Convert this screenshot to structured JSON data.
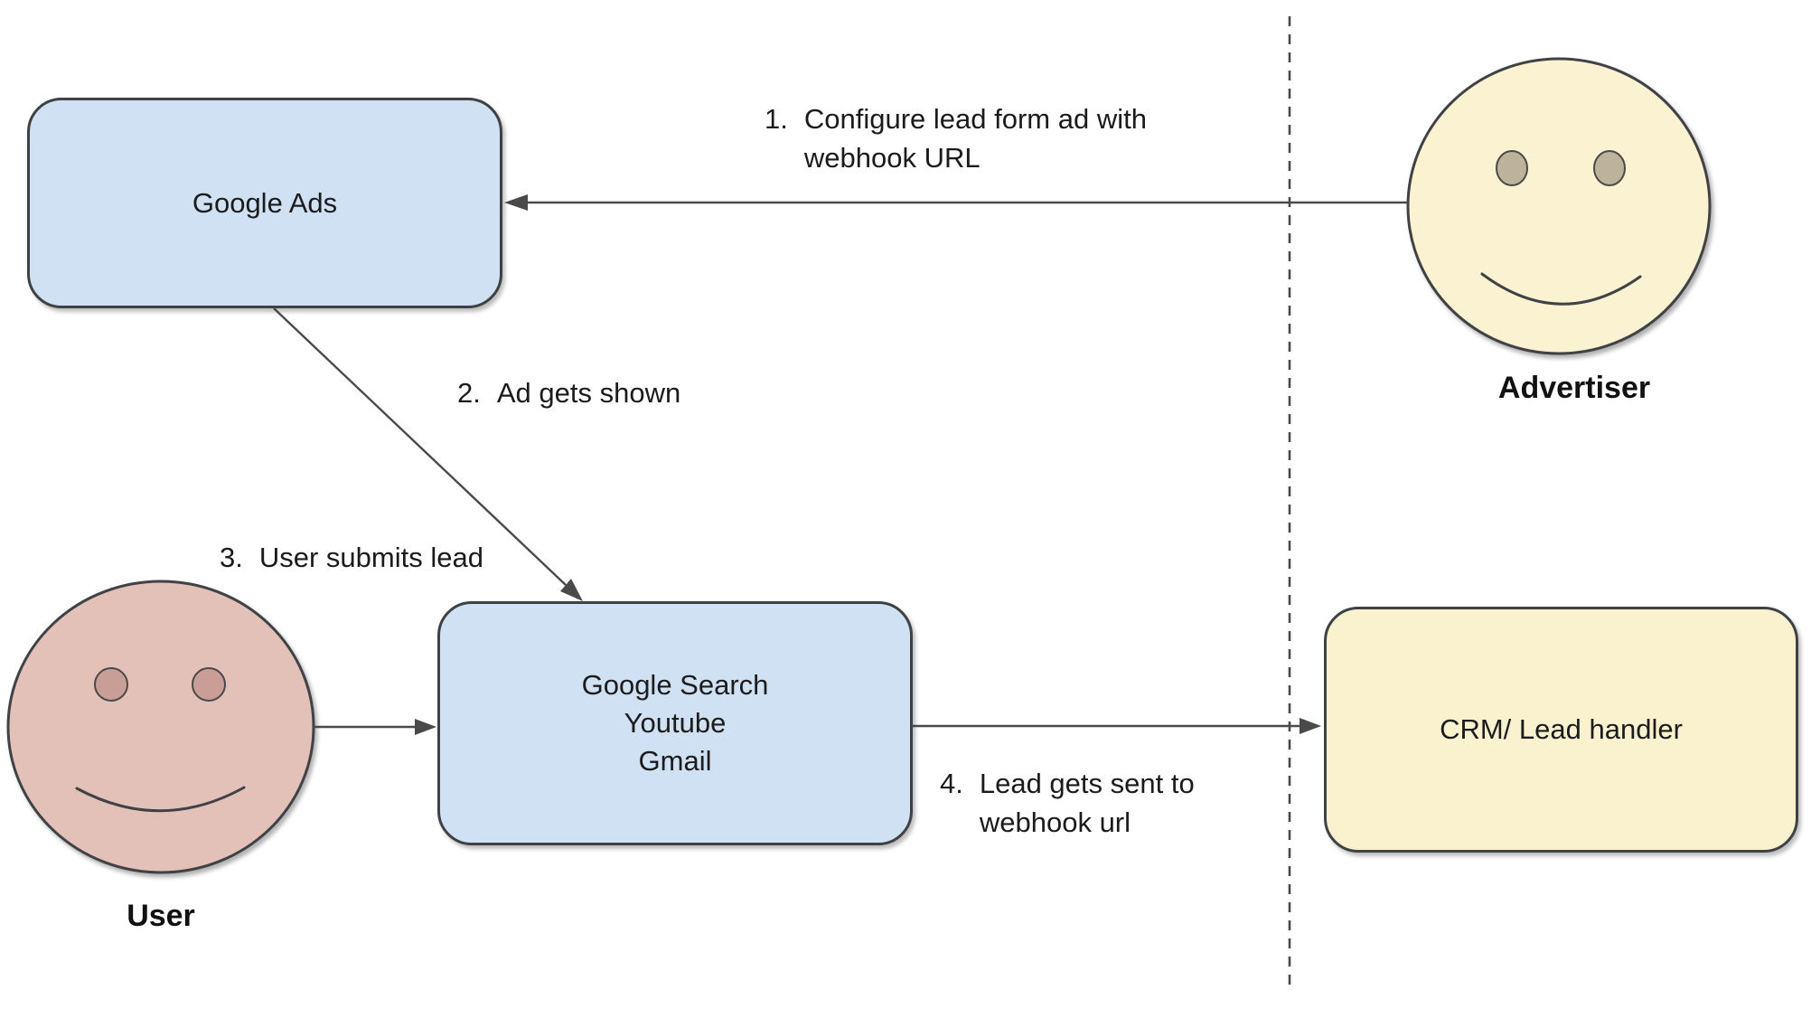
{
  "diagram": {
    "title_hint": "Google Ads lead form webhook flow",
    "nodes": {
      "google_ads": {
        "label": "Google Ads"
      },
      "google_surfaces": {
        "lines": [
          "Google Search",
          "Youtube",
          "Gmail"
        ]
      },
      "crm": {
        "label": "CRM/ Lead handler"
      }
    },
    "actors": {
      "advertiser": {
        "label": "Advertiser"
      },
      "user": {
        "label": "User"
      }
    },
    "steps": [
      {
        "num": "1.",
        "lines": [
          "Configure lead form ad with",
          "webhook URL"
        ]
      },
      {
        "num": "2.",
        "lines": [
          "Ad gets shown"
        ]
      },
      {
        "num": "3.",
        "lines": [
          "User submits lead"
        ]
      },
      {
        "num": "4.",
        "lines": [
          "Lead gets sent to",
          "webhook url"
        ]
      }
    ],
    "palette": {
      "node_blue": "#CFE1F3",
      "node_cream": "#FAF1CF",
      "advertiser_face": "#FBF2D1",
      "advertiser_eyes": "#BDB39B",
      "user_face": "#E3C0B8",
      "user_eyes": "#C89E97",
      "shape_stroke": "#3F4245",
      "arrow_stroke": "#4A4A4A",
      "text": "#1F1F1F",
      "background": "#FFFFFF"
    }
  }
}
